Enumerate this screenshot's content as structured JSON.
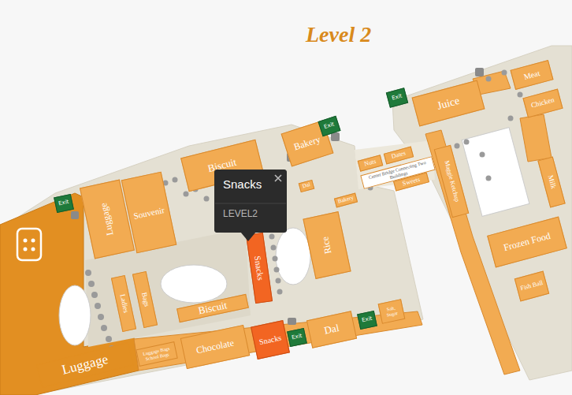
{
  "diagram": {
    "title": "Level 2",
    "nodes": [
      {
        "text": [
          "Exit"
        ]
      },
      {
        "text": [
          "Luggage"
        ]
      },
      {
        "text": [
          "Souvenir"
        ]
      },
      {
        "text": [
          "Biscuit"
        ]
      },
      {
        "text": [
          "Bakery"
        ]
      },
      {
        "text": [
          "Exit"
        ]
      },
      {
        "text": [
          "Dal"
        ]
      },
      {
        "text": [
          "Bakery"
        ]
      },
      {
        "text": [
          "Nuts"
        ]
      },
      {
        "text": [
          "Dates"
        ]
      },
      {
        "text": [
          "Center Bridge Connecting Two Buildings"
        ]
      },
      {
        "text": [
          "Sweets"
        ]
      },
      {
        "text": [
          "Rice"
        ]
      },
      {
        "text": [
          "Snacks"
        ]
      },
      {
        "text": [
          "Ladies"
        ]
      },
      {
        "text": [
          "Bags"
        ]
      },
      {
        "text": [
          "Biscuit"
        ]
      },
      {
        "text": [
          "Luggage Bags School Bags"
        ]
      },
      {
        "text": [
          "Chocolate"
        ]
      },
      {
        "text": [
          "Snacks"
        ]
      },
      {
        "text": [
          "Exit"
        ]
      },
      {
        "text": [
          "Dal"
        ]
      },
      {
        "text": [
          "Exit"
        ]
      },
      {
        "text": [
          "Salt, Sugar"
        ]
      },
      {
        "text": [
          "Luggage"
        ]
      },
      {
        "text": [
          "Exit"
        ]
      },
      {
        "text": [
          "Juice"
        ]
      },
      {
        "text": [
          "Meat"
        ]
      },
      {
        "text": [
          "Chicken"
        ]
      },
      {
        "text": [
          "Maggie Ketchup"
        ]
      },
      {
        "text": [
          "Milk"
        ]
      },
      {
        "text": [
          "Frozen Food"
        ]
      },
      {
        "text": [
          "Fish Ball"
        ]
      },
      {
        "text": [
          "Snacks",
          "LEVEL2"
        ]
      }
    ]
  }
}
